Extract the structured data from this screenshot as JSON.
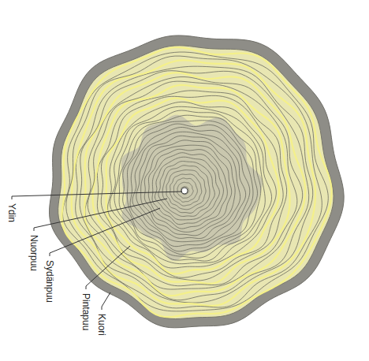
{
  "diagram": {
    "labels": [
      "Ydin",
      "Nuorpuu",
      "Sydänpuu",
      "Pintapuu",
      "Kuori"
    ]
  }
}
